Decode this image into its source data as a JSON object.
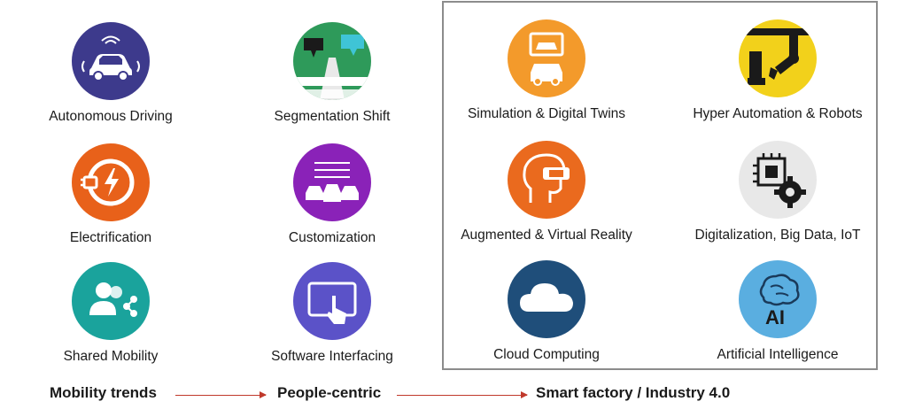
{
  "columns": {
    "mobility": [
      {
        "label": "Autonomous Driving",
        "icon": "autonomous-car-icon",
        "color": "#3d3a8c"
      },
      {
        "label": "Electrification",
        "icon": "electric-plug-icon",
        "color": "#e8611a"
      },
      {
        "label": "Shared Mobility",
        "icon": "shared-users-icon",
        "color": "#1aa39c"
      }
    ],
    "people": [
      {
        "label": "Segmentation Shift",
        "icon": "sale-lease-road-icon",
        "color": "#2e9a5a"
      },
      {
        "label": "Customization",
        "icon": "car-options-icon",
        "color": "#8a22b8"
      },
      {
        "label": "Software Interfacing",
        "icon": "touch-tablet-icon",
        "color": "#5b52c8"
      }
    ],
    "factory_left": [
      {
        "label": "Simulation & Digital Twins",
        "icon": "digital-twin-cars-icon",
        "color": "#f39a2b"
      },
      {
        "label": "Augmented & Virtual Reality",
        "icon": "vr-headset-icon",
        "color": "#ea6a1e"
      },
      {
        "label": "Cloud Computing",
        "icon": "cloud-icon",
        "color": "#1f4e7a"
      }
    ],
    "factory_right": [
      {
        "label": "Hyper Automation & Robots",
        "icon": "robot-arm-icon",
        "color": "#f2d11b"
      },
      {
        "label": "Digitalization, Big Data, IoT",
        "icon": "chip-gear-icon",
        "color": "#e8e8e8"
      },
      {
        "label": "Artificial Intelligence",
        "icon": "ai-brain-icon",
        "color": "#5aaee0"
      }
    ]
  },
  "footer": {
    "mobility": "Mobility trends",
    "people": "People-centric",
    "factory": "Smart factory / Industry 4.0"
  },
  "colors": {
    "arrow": "#c0392b",
    "frame": "#8c8c8c"
  }
}
